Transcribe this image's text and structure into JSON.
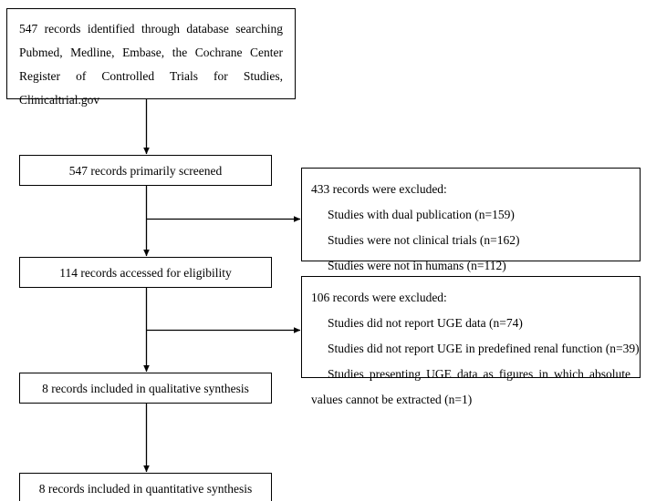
{
  "diagram": {
    "type": "prisma-flow-diagram",
    "line_color": "#000000",
    "box_border_color": "#000000",
    "background_color": "#ffffff",
    "text_color": "#000000"
  },
  "boxes": {
    "identification": {
      "text": "547 records identified through database searching Pubmed, Medline, Embase, the Cochrane Center Register of Controlled Trials for Studies, Clinicaltrial.gov"
    },
    "screened": {
      "text": "547 records primarily screened"
    },
    "eligible": {
      "text": "114 records accessed for eligibility"
    },
    "qualitative": {
      "text": "8 records included in qualitative synthesis"
    },
    "quantitative": {
      "text": "8 records included in quantitative synthesis"
    }
  },
  "exclusions": {
    "first": {
      "heading": "433 records were excluded:",
      "items": [
        "Studies with dual publication (n=159)",
        "Studies were not clinical trials (n=162)",
        "Studies were not in humans (n=112)"
      ]
    },
    "second": {
      "heading": "106 records were excluded:",
      "items": [
        "Studies did not report UGE data (n=74)",
        "Studies did not report UGE in predefined renal function (n=39)",
        "Studies presenting UGE data as figures in which absolute values cannot be extracted (n=1)"
      ]
    }
  },
  "chart_data": {
    "type": "table",
    "title": "PRISMA study selection flow",
    "stages": [
      {
        "label": "Records identified through database searching",
        "count": 547
      },
      {
        "label": "Records primarily screened",
        "count": 547
      },
      {
        "label": "Records excluded at screening",
        "count": 433
      },
      {
        "label": "Records accessed for eligibility",
        "count": 114
      },
      {
        "label": "Records excluded at eligibility",
        "count": 106
      },
      {
        "label": "Records included in qualitative synthesis",
        "count": 8
      },
      {
        "label": "Records included in quantitative synthesis",
        "count": 8
      }
    ],
    "exclusion_breakdown_screening": [
      {
        "reason": "Studies with dual publication",
        "n": 159
      },
      {
        "reason": "Studies were not clinical trials",
        "n": 162
      },
      {
        "reason": "Studies were not in humans",
        "n": 112
      }
    ],
    "exclusion_breakdown_eligibility": [
      {
        "reason": "Studies did not report UGE data",
        "n": 74
      },
      {
        "reason": "Studies did not report UGE in predefined renal function",
        "n": 39
      },
      {
        "reason": "Studies presenting UGE data as figures in which absolute values cannot be extracted",
        "n": 1
      }
    ]
  }
}
